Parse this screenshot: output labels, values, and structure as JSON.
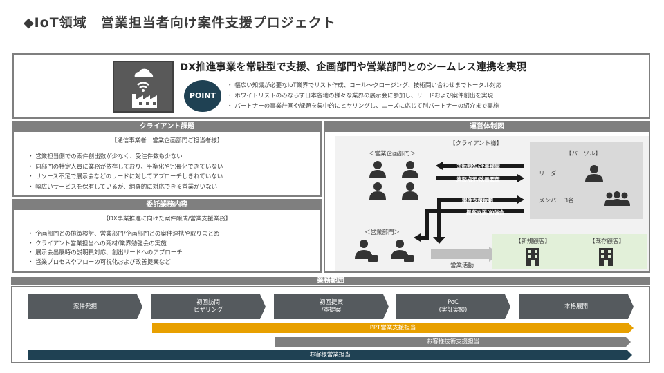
{
  "page_title": "◆IoT領域　営業担当者向け案件支援プロジェクト",
  "summary": {
    "headline": "DX推進事業を常駐型で支援、企画部門や営業部門とのシームレス連携を実現",
    "point_label": "POINT",
    "bullets": [
      "幅広い知識が必要なIoT業界でリスト作成、コール～クロージング、技術問い合わせまでトータル対応",
      "ホワイトリストのみならず日本各地の様々な業界の展示会に参加し、リードおよび案件創出を実現",
      "パートナーの事業計画や課題を集中的にヒヤリングし、ニーズに応じて別パートナーの紹介まで実施"
    ]
  },
  "client_issues": {
    "header": "クライアント課題",
    "subtitle": "【通信事業者　営業企画部門ご担当者様】",
    "bullets": [
      "営業担当側での案件創出数が少なく、受注件数も少ない",
      "同部門の特定人員に業務が依存しており、平準化や冗長化できていない",
      "リソース不足で展示会などのリードに対してアプローチしきれていない",
      "幅広いサービスを保有しているが、網羅的に対応できる営業がいない"
    ]
  },
  "outsourced": {
    "header": "委託業務内容",
    "subtitle": "【DX事業推進に向けた案件醸成/営業支援業務】",
    "bullets": [
      "企画部門との施策検討、営業部門/企画部門との案件連携や取りまとめ",
      "クライアント営業担当への商材/業界勉強会の実施",
      "展示会出展時の説明員対応、創出リードへのアプローチ",
      "営業プロセスやフローの可視化および改善提案など"
    ]
  },
  "operation": {
    "header": "運営体制図",
    "client_label": "【クライアント様】",
    "planning_label": "＜営業企画部門＞",
    "sales_label": "＜営業部門＞",
    "partner_label": "【パーソル】",
    "leader_label": "リーダー",
    "member_label": "メンバー 3名",
    "arrows": [
      "活動報告/改善提案",
      "業務指示/改善要望",
      "案件支援依頼",
      "提案支援/勉強会"
    ],
    "sales_activity": "営業活動",
    "new_customer": "【新規顧客】",
    "existing_customer": "【既存顧客】"
  },
  "scope": {
    "header": "業務範囲",
    "phases": [
      {
        "line1": "案件発掘",
        "line2": ""
      },
      {
        "line1": "初回訪問",
        "line2": "ヒヤリング"
      },
      {
        "line1": "初回提案",
        "line2": "/本提案"
      },
      {
        "line1": "PoC",
        "line2": "(実証実験)"
      },
      {
        "line1": "本格展開",
        "line2": ""
      }
    ],
    "bars": [
      "PPT営業支援担当",
      "お客様技術支援担当",
      "お客様営業担当"
    ]
  },
  "colors": {
    "orange": "#e8a000",
    "navy": "#1f4153",
    "gray": "#7f7f7f",
    "dark": "#555a5e"
  }
}
